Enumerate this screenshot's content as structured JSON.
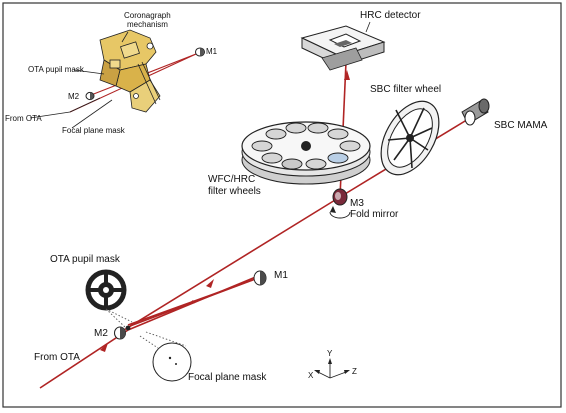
{
  "labels": {
    "coronagraph_mechanism_1": "Coronagraph",
    "coronagraph_mechanism_2": "mechanism",
    "inset_m1": "M1",
    "inset_pupil": "OTA pupil mask",
    "inset_m2": "M2",
    "inset_from_ota": "From OTA",
    "inset_focal": "Focal plane mask",
    "hrc_detector": "HRC detector",
    "sbc_filter_wheel": "SBC filter wheel",
    "sbc_mama": "SBC MAMA",
    "wfc_hrc_1": "WFC/HRC",
    "wfc_hrc_2": "filter wheels",
    "m3": "M3",
    "fold_mirror": "Fold mirror",
    "ota_pupil_mask": "OTA pupil mask",
    "m1": "M1",
    "m2": "M2",
    "from_ota": "From OTA",
    "focal_plane_mask": "Focal plane mask",
    "axis_x": "X",
    "axis_y": "Y",
    "axis_z": "Z"
  },
  "colors": {
    "beam": "#b02424",
    "mechanism_fill": "#e7c766",
    "frame": "#222222"
  }
}
